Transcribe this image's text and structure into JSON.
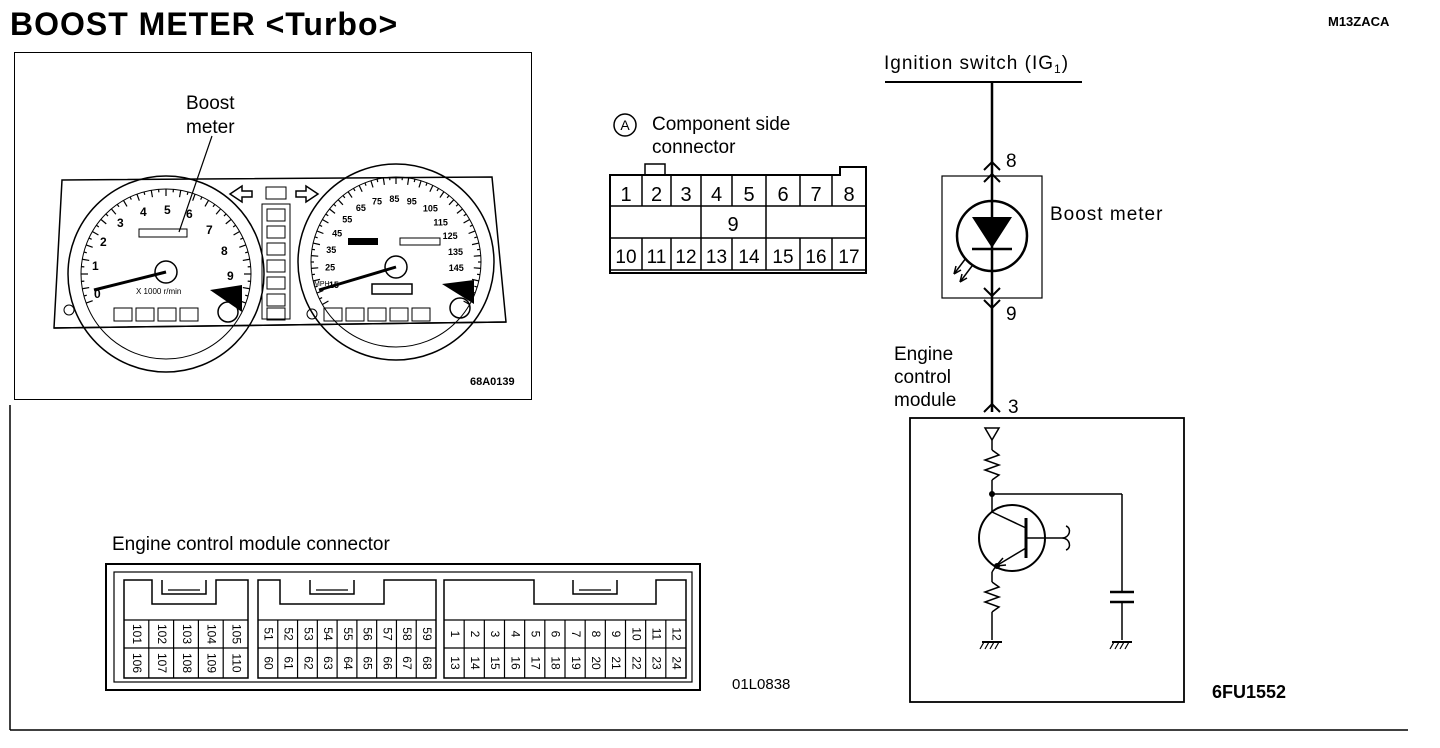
{
  "header": {
    "title": "BOOST METER <Turbo>",
    "code": "M13ZACA"
  },
  "cluster": {
    "label_line1": "Boost",
    "label_line2": "meter",
    "tach_numbers": [
      "0",
      "1",
      "2",
      "3",
      "4",
      "5",
      "6",
      "7",
      "8",
      "9"
    ],
    "tach_unit": "X 1000 r/min",
    "speed_numbers": [
      "15",
      "25",
      "35",
      "45",
      "55",
      "65",
      "75",
      "85",
      "95",
      "105",
      "115",
      "125",
      "135",
      "145"
    ],
    "speed_unit": "MPH",
    "figure_code": "68A0139"
  },
  "component_connector": {
    "marker": "A",
    "label_line1": "Component side",
    "label_line2": "connector",
    "top_pins": [
      "1",
      "2",
      "3",
      "4",
      "5",
      "6",
      "7",
      "8"
    ],
    "middle_pin": "9",
    "bottom_pins": [
      "10",
      "11",
      "12",
      "13",
      "14",
      "15",
      "16",
      "17"
    ]
  },
  "circuit": {
    "ignition_label": "Ignition switch (IG",
    "ignition_sub": "1",
    "ignition_close": ")",
    "pin_top": "8",
    "pin_bottom": "9",
    "meter_label": "Boost meter",
    "ecm_line1": "Engine",
    "ecm_line2": "control",
    "ecm_line3": "module",
    "ecm_pin": "3",
    "figure_code": "6FU1552"
  },
  "ecm_connector": {
    "label": "Engine control module connector",
    "figure_code": "01L0838",
    "block1_top": [
      "101",
      "102",
      "103",
      "104",
      "105"
    ],
    "block1_bottom": [
      "106",
      "107",
      "108",
      "109",
      "110"
    ],
    "block2_top": [
      "51",
      "52",
      "53",
      "54",
      "55",
      "56",
      "57",
      "58",
      "59"
    ],
    "block2_bottom": [
      "60",
      "61",
      "62",
      "63",
      "64",
      "65",
      "66",
      "67",
      "68"
    ],
    "block3_top": [
      "1",
      "2",
      "3",
      "4",
      "5",
      "6",
      "7",
      "8",
      "9",
      "10",
      "11",
      "12"
    ],
    "block3_bottom": [
      "13",
      "14",
      "15",
      "16",
      "17",
      "18",
      "19",
      "20",
      "21",
      "22",
      "23",
      "24"
    ]
  }
}
